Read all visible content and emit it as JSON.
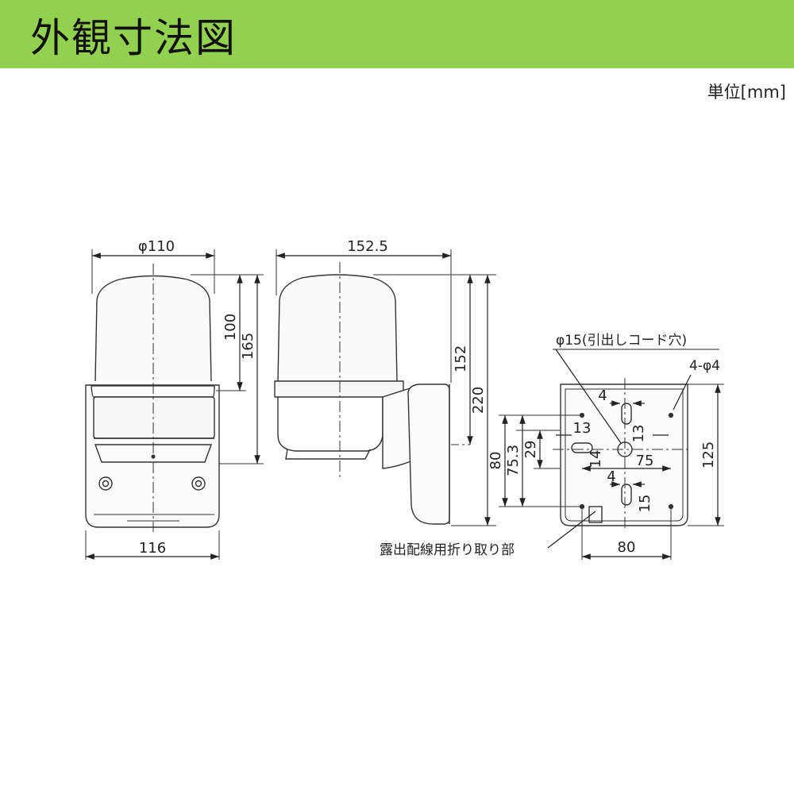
{
  "header": {
    "title": "外観寸法図",
    "color": "#92d050"
  },
  "unit_label": "単位[mm]",
  "front_view": {
    "diameter": "φ110",
    "width": "116",
    "height_top": "100",
    "height_total": "165"
  },
  "side_view": {
    "depth": "152.5",
    "height_a": "152",
    "height_b": "220"
  },
  "base_view": {
    "cord_hole_label": "φ15(引出しコード穴)",
    "mount_holes_label": "4-φ4",
    "dims": {
      "d4_top": "4",
      "d13_left": "13",
      "d13_right": "13",
      "d14": "14",
      "d75": "75",
      "d4_bottom": "4",
      "d15": "15",
      "d80_left": "80",
      "d75_3": "75.3",
      "d29": "29",
      "d125": "125",
      "d80_bottom": "80"
    },
    "knockout_label": "露出配線用折り取り部"
  }
}
